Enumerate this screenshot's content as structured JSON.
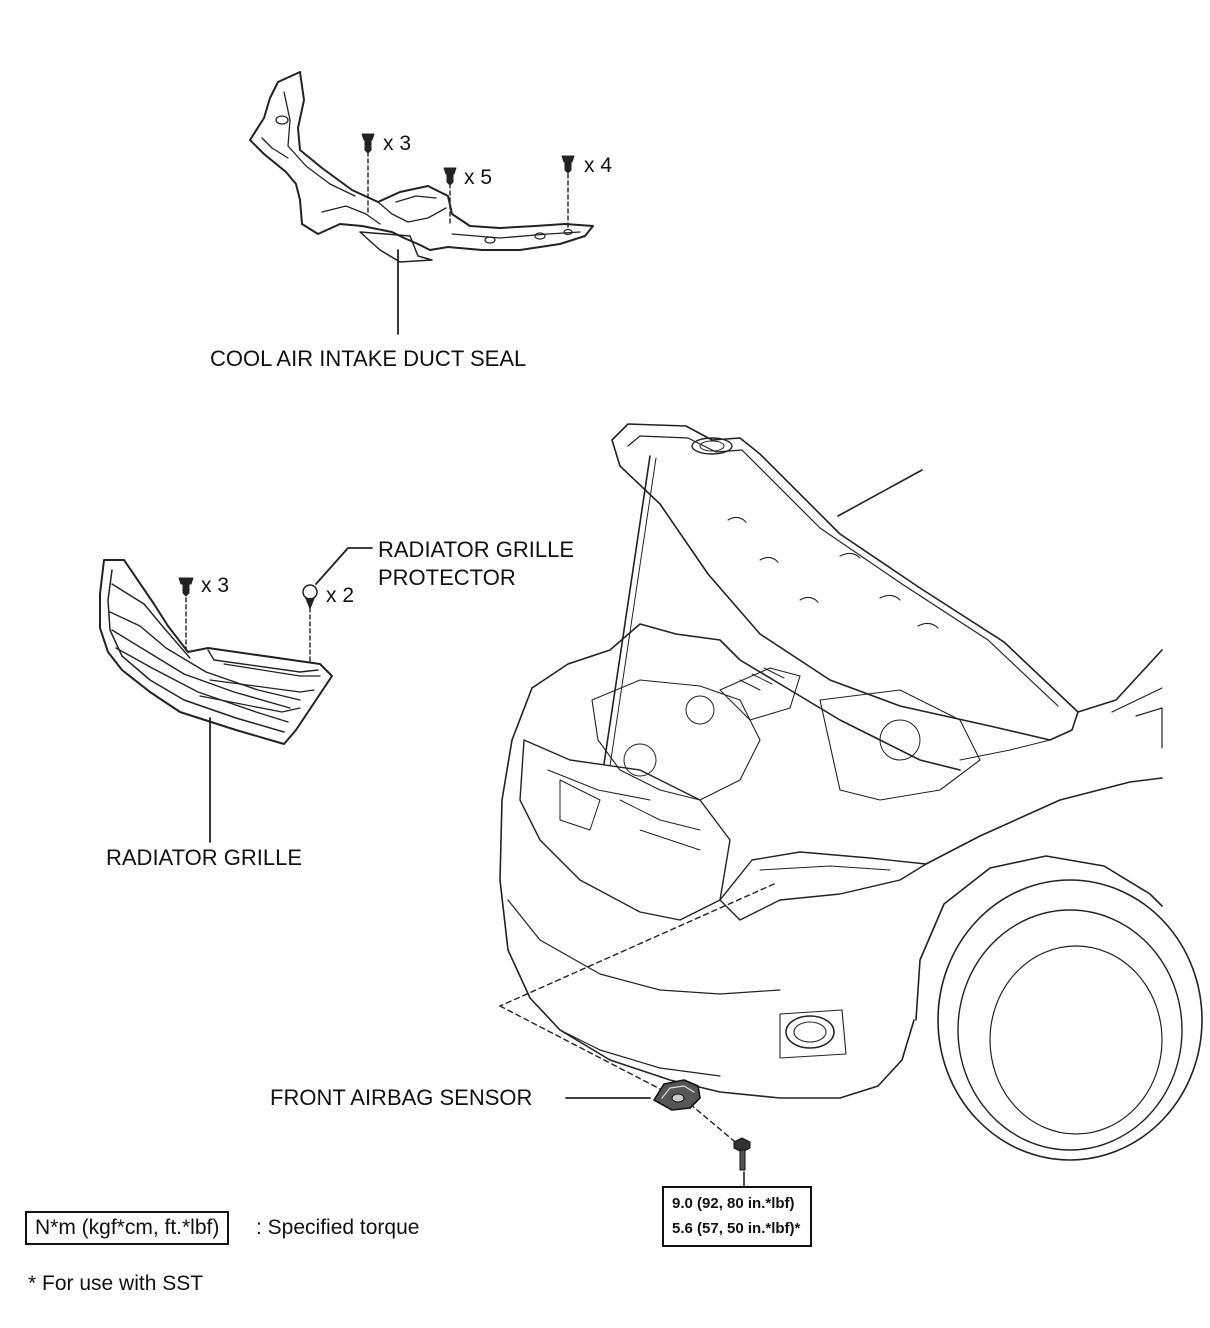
{
  "labels": {
    "cool_air_intake_duct_seal": "COOL AIR INTAKE DUCT SEAL",
    "radiator_grille_protector_line1": "RADIATOR GRILLE",
    "radiator_grille_protector_line2": "PROTECTOR",
    "radiator_grille": "RADIATOR GRILLE",
    "front_airbag_sensor": "FRONT AIRBAG SENSOR"
  },
  "fastener_counts": {
    "duct_seal_a": "x 3",
    "duct_seal_b": "x 5",
    "duct_seal_c": "x 4",
    "grille_clips": "x 3",
    "protector_clips": "x 2"
  },
  "torque_spec": {
    "standard": "9.0 (92, 80 in.*lbf)",
    "with_sst": "5.6 (57, 50 in.*lbf)*"
  },
  "legend": {
    "torque_unit_box": "N*m (kgf*cm, ft.*lbf)",
    "torque_unit_desc": ": Specified torque"
  },
  "footnote": "* For use with SST"
}
